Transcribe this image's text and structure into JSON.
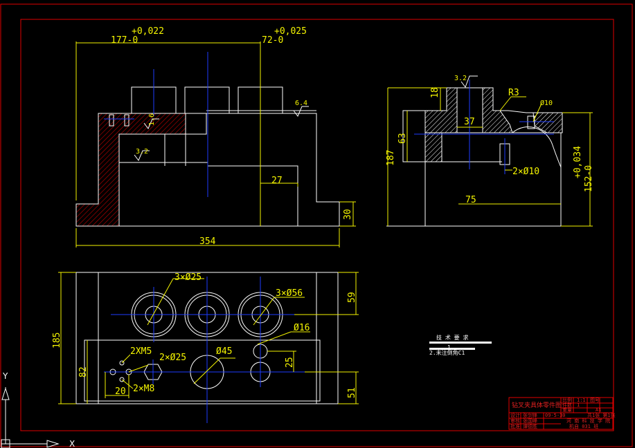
{
  "front_view": {
    "dims": {
      "width_177": "177",
      "tol_177_upper": "+0,022",
      "tol_177_lower": "0",
      "width_72": "72",
      "tol_72_upper": "+0,025",
      "tol_72_lower": "0",
      "total_354": "354",
      "step_27": "27",
      "height_30": "30"
    },
    "roughness": [
      "6.4",
      "1.6",
      "3.2"
    ]
  },
  "side_view": {
    "dims": {
      "height_187": "187",
      "depth_63": "63",
      "width_37": "37",
      "radius": "R3",
      "height_18": "18",
      "hole_10": "Ø10",
      "holes_2x10": "2×Ø10",
      "len_75": "75",
      "height_152": "152",
      "tol_152_upper": "+0,034",
      "tol_152_lower": "0"
    },
    "roughness": [
      "3.2"
    ]
  },
  "top_view": {
    "dims": {
      "holes_3x25": "3×Ø25",
      "holes_3x56": "3×Ø56",
      "dim_59": "59",
      "hole_16": "Ø16",
      "height_185": "185",
      "thread_2xm5": "2XM5",
      "holes_2x25": "2×Ø25",
      "hole_45": "Ø45",
      "dim_25": "25",
      "dim_82": "82",
      "dim_20": "20",
      "thread_2xm8": "2×M8",
      "dim_51": "51"
    }
  },
  "tech_requirements": {
    "title": "技 术 要 求",
    "line1": "1",
    "line2": "2.未注倒角C1"
  },
  "title_block": {
    "drawing_name": "钻叉夹具体零件图",
    "scale_label": "比例",
    "scale_value": "1:1",
    "material_label": "图号",
    "qty_label": "件数",
    "qty_value": "1",
    "size_value": "A1",
    "designer_label": "设计",
    "checker_label": "审核",
    "approver_label": "批准",
    "designer_name": "张剑锋",
    "checker_name": "张国峰",
    "approver_name": "谭德胜",
    "date_value": "09-5-30",
    "weight_label": "重量",
    "sheet_value": "共1张 第1张",
    "school": "河 南 科 技 学 院",
    "class_name": "机自 031 班"
  },
  "ucs": {
    "x_label": "X",
    "y_label": "Y"
  },
  "colors": {
    "background": "#000000",
    "outline": "#ffffff",
    "dimension": "#f5f500",
    "centerline": "#1e3cff",
    "border": "#e00000",
    "hatch": "#c00000"
  }
}
